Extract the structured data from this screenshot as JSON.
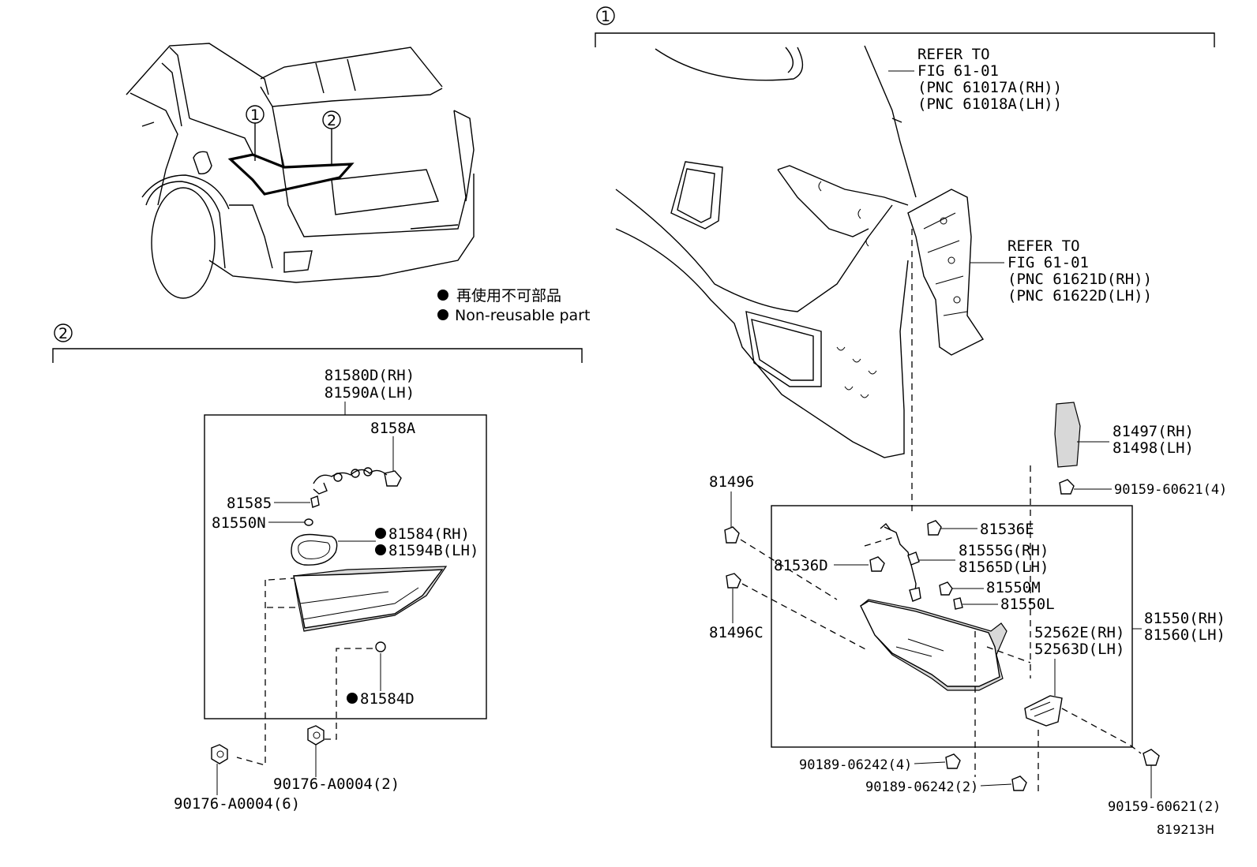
{
  "legend": {
    "japanese": "再使用不可部品",
    "english": "Non-reusable part"
  },
  "callouts": {
    "c1": "1",
    "c2": "2"
  },
  "references": {
    "upper": [
      "REFER TO",
      "FIG 61-01",
      "(PNC 61017A(RH))",
      "(PNC 61018A(LH))"
    ],
    "lower": [
      "REFER TO",
      "FIG 61-01",
      "(PNC 61621D(RH))",
      "(PNC 61622D(LH))"
    ]
  },
  "section2_parts": {
    "assy_rh": "81580D(RH)",
    "assy_lh": "81590A(LH)",
    "p8158a": "8158A",
    "p81585": "81585",
    "p81550n": "81550N",
    "p81584_rh": "81584(RH)",
    "p81594b_lh": "81594B(LH)",
    "p81584d": "81584D",
    "screw_a": "90176-A0004(2)",
    "screw_b": "90176-A0004(6)"
  },
  "section1_parts": {
    "p81496": "81496",
    "p81496c": "81496C",
    "p81536e": "81536E",
    "p81536d": "81536D",
    "p81555g": "81555G(RH)",
    "p81565d": "81565D(LH)",
    "p81550m": "81550M",
    "p81550l": "81550L",
    "p81550_rh": "81550(RH)",
    "p81560_lh": "81560(LH)",
    "p52562e": "52562E(RH)",
    "p52563d": "52563D(LH)",
    "p81497": "81497(RH)",
    "p81498": "81498(LH)",
    "screw_90159_4": "90159-60621(4)",
    "screw_90189_4": "90189-06242(4)",
    "screw_90189_2": "90189-06242(2)",
    "screw_90159_2": "90159-60621(2)"
  },
  "illustration_id": "819213H"
}
